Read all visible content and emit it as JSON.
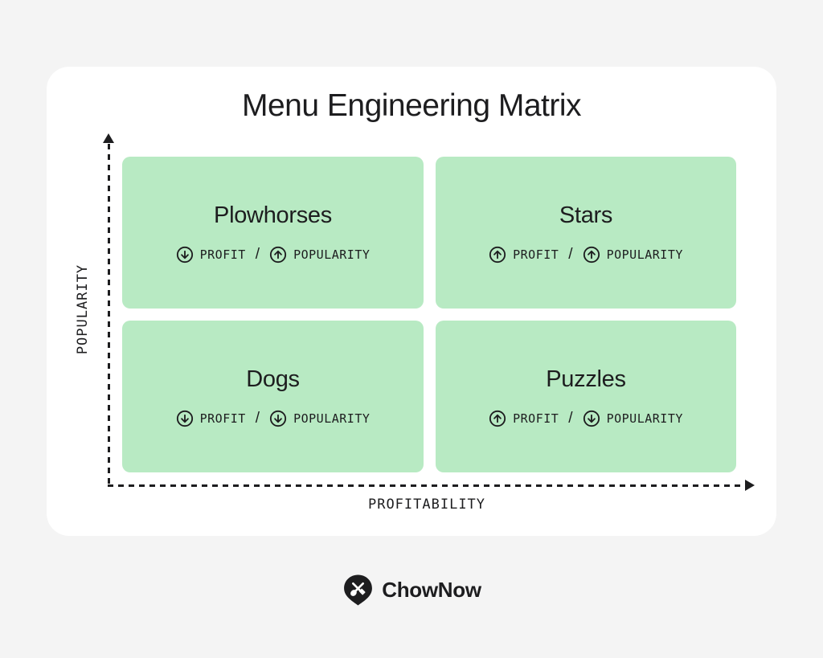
{
  "title": "Menu Engineering Matrix",
  "axes": {
    "y_label": "POPULARITY",
    "x_label": "PROFITABILITY"
  },
  "metric_separator": "/",
  "quadrants": [
    {
      "title": "Plowhorses",
      "profit": {
        "label": "PROFIT",
        "direction": "down"
      },
      "popularity": {
        "label": "POPULARITY",
        "direction": "up"
      }
    },
    {
      "title": "Stars",
      "profit": {
        "label": "PROFIT",
        "direction": "up"
      },
      "popularity": {
        "label": "POPULARITY",
        "direction": "up"
      }
    },
    {
      "title": "Dogs",
      "profit": {
        "label": "PROFIT",
        "direction": "down"
      },
      "popularity": {
        "label": "POPULARITY",
        "direction": "down"
      }
    },
    {
      "title": "Puzzles",
      "profit": {
        "label": "PROFIT",
        "direction": "up"
      },
      "popularity": {
        "label": "POPULARITY",
        "direction": "down"
      }
    }
  ],
  "icons": {
    "arrow_up": "arrow-up-circle-icon",
    "arrow_down": "arrow-down-circle-icon",
    "logo": "chownow-pin-utensils-icon",
    "y_axis_arrow": "axis-arrowhead-up-icon",
    "x_axis_arrow": "axis-arrowhead-right-icon"
  },
  "footer": {
    "brand": "ChowNow"
  },
  "colors": {
    "background": "#f4f4f4",
    "card": "#ffffff",
    "quadrant_green": "#b8eac3",
    "ink": "#1d1d1f"
  }
}
